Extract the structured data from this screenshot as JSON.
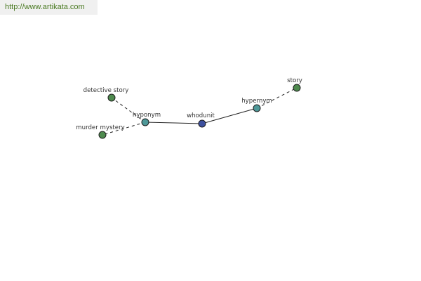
{
  "watermark": {
    "text": "http://www.artikata.com"
  },
  "graph": {
    "root": "whodunit",
    "nodes": {
      "whodunit": {
        "label": "whodunit",
        "kind": "root"
      },
      "hyponym": {
        "label": "hyponym",
        "kind": "relation"
      },
      "hypernym": {
        "label": "hypernym",
        "kind": "relation"
      },
      "detective_story": {
        "label": "detective story",
        "kind": "term"
      },
      "murder_mystery": {
        "label": "murder mystery",
        "kind": "term"
      },
      "story": {
        "label": "story",
        "kind": "term"
      }
    },
    "edges": [
      {
        "from": "whodunit",
        "to": "hyponym",
        "style": "solid"
      },
      {
        "from": "whodunit",
        "to": "hypernym",
        "style": "solid"
      },
      {
        "from": "hyponym",
        "to": "detective_story",
        "style": "dashed"
      },
      {
        "from": "hyponym",
        "to": "murder_mystery",
        "style": "dashed"
      },
      {
        "from": "hypernym",
        "to": "story",
        "style": "dashed"
      }
    ],
    "colors": {
      "root": "#3c4f9e",
      "relation": "#4e9898",
      "term": "#4e8a4e",
      "edge": "#222222",
      "watermark_text": "#4a7a22",
      "watermark_bg": "#f0f0f0"
    }
  }
}
